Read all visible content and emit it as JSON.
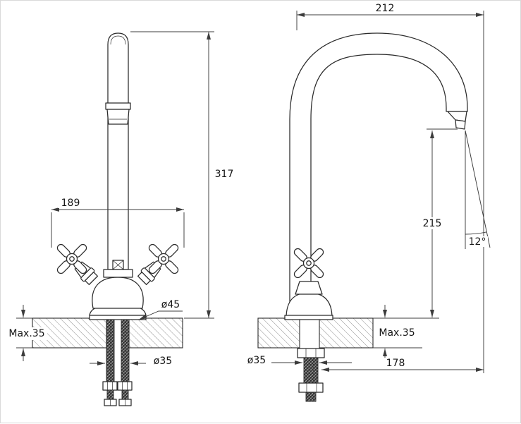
{
  "drawing": {
    "kind": "faucet-technical-drawing",
    "colors": {
      "line": "#2b2b2b",
      "dimension": "#3c3c3c",
      "background": "#ffffff"
    },
    "dims": {
      "front_handle_span": "189",
      "front_total_height": "317",
      "front_body_diameter": "ø45",
      "front_max_thickness": "Max.35",
      "front_shank_diameter": "ø35",
      "side_reach": "212",
      "side_outlet_height": "215",
      "side_outlet_angle": "12°",
      "side_max_thickness": "Max.35",
      "side_shank_diameter": "ø35",
      "side_center_to_outlet": "178"
    }
  }
}
